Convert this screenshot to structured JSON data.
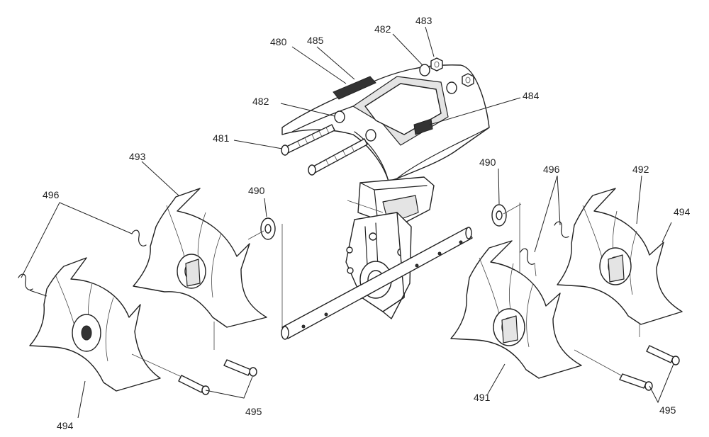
{
  "callouts": {
    "c480": "480",
    "c485": "485",
    "c482a": "482",
    "c483": "483",
    "c482b": "482",
    "c484": "484",
    "c481": "481",
    "c490a": "490",
    "c490b": "490",
    "c493": "493",
    "c496a": "496",
    "c496b": "496",
    "c492": "492",
    "c494a": "494",
    "c494b": "494",
    "c495a": "495",
    "c495b": "495",
    "c491": "491"
  }
}
